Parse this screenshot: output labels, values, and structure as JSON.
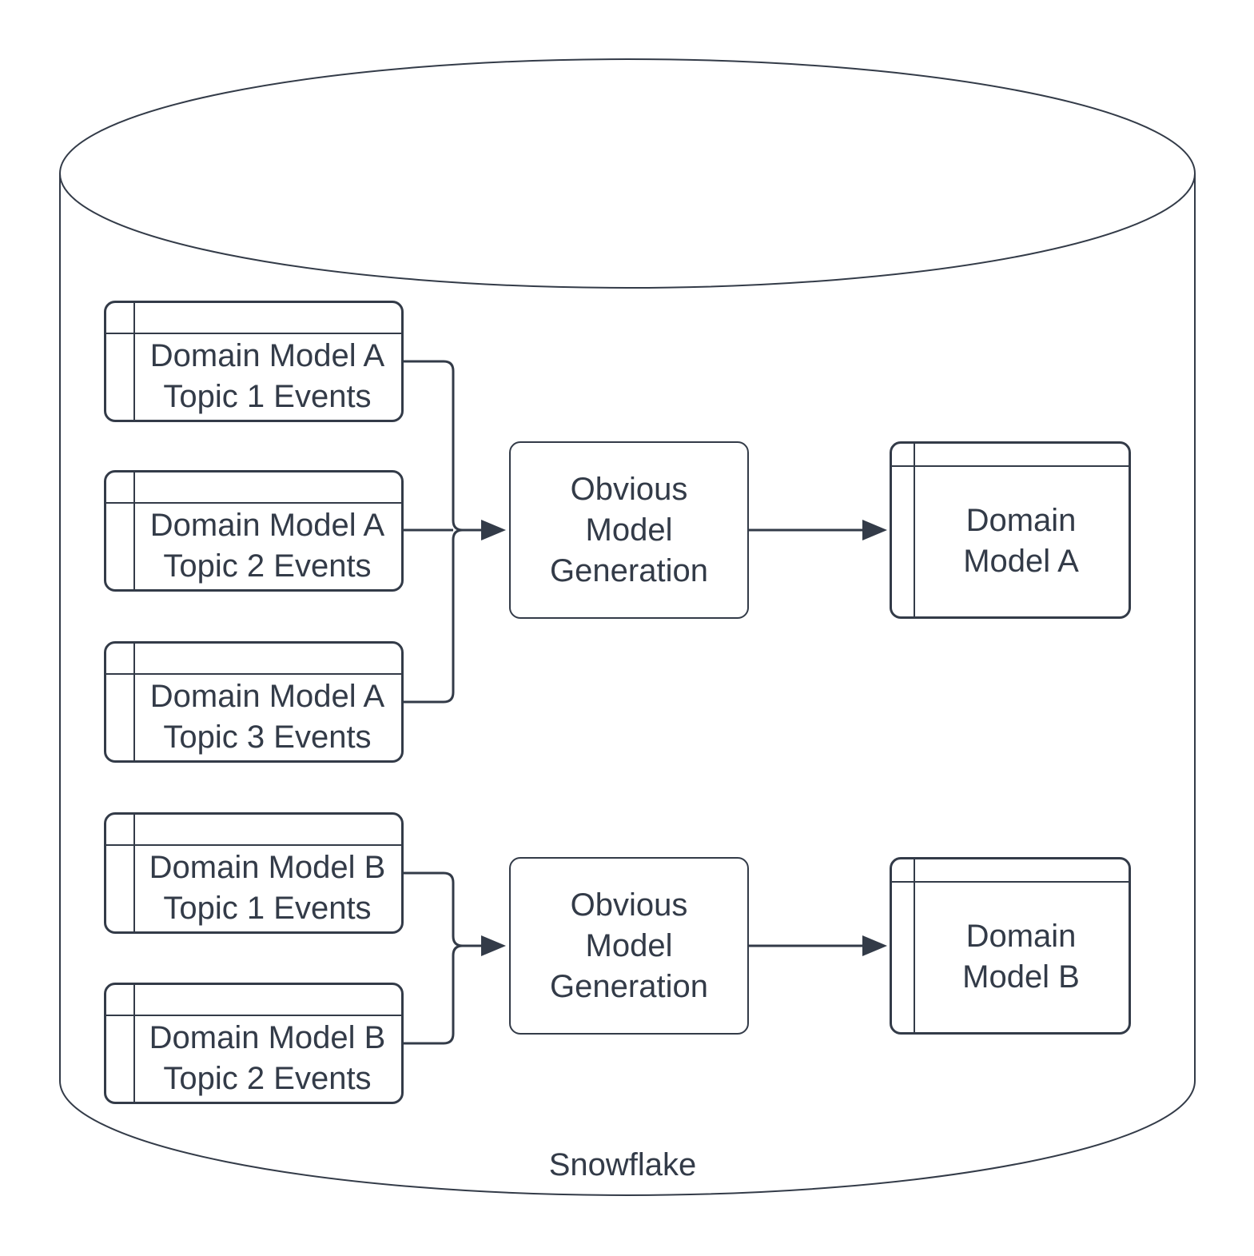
{
  "colors": {
    "stroke": "#333b48",
    "text": "#333b48",
    "bg": "#ffffff"
  },
  "cylinder": {
    "label": "Snowflake"
  },
  "source_tables": [
    {
      "id": "a-topic-1",
      "line1": "Domain Model A",
      "line2": "Topic 1 Events"
    },
    {
      "id": "a-topic-2",
      "line1": "Domain Model A",
      "line2": "Topic 2 Events"
    },
    {
      "id": "a-topic-3",
      "line1": "Domain Model A",
      "line2": "Topic 3 Events"
    },
    {
      "id": "b-topic-1",
      "line1": "Domain Model B",
      "line2": "Topic 1 Events"
    },
    {
      "id": "b-topic-2",
      "line1": "Domain Model B",
      "line2": "Topic 2 Events"
    }
  ],
  "process_boxes": [
    {
      "id": "a",
      "line1": "Obvious",
      "line2": "Model",
      "line3": "Generation"
    },
    {
      "id": "b",
      "line1": "Obvious",
      "line2": "Model",
      "line3": "Generation"
    }
  ],
  "output_tables": [
    {
      "id": "a",
      "line1": "Domain",
      "line2": "Model A"
    },
    {
      "id": "b",
      "line1": "Domain",
      "line2": "Model B"
    }
  ]
}
